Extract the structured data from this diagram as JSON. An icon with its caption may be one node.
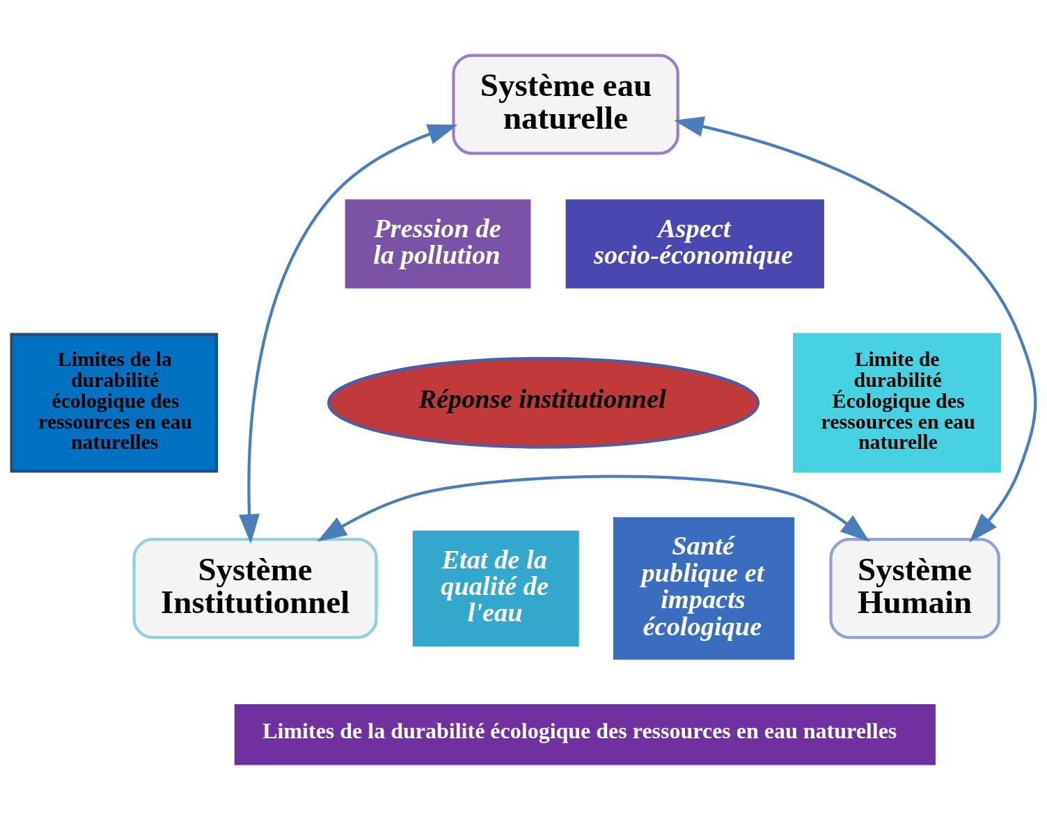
{
  "diagram": {
    "nodes": [
      {
        "text": [
          "Système eau naturelle"
        ]
      },
      {
        "text": [
          "Limites de la durabilité écologique des ressources en eau naturelles"
        ]
      },
      {
        "text": [
          "Limite de durabilité Écologique des ressources en eau naturelle"
        ]
      },
      {
        "text": [
          "Pression de la pollution"
        ]
      },
      {
        "text": [
          "Aspect socio-économique"
        ]
      },
      {
        "text": [
          "Réponse institutionnel"
        ]
      },
      {
        "text": [
          "Etat de la qualité de l'eau"
        ]
      },
      {
        "text": [
          "Santé publique et impacts écologique"
        ]
      },
      {
        "text": [
          "Système Institutionnel"
        ]
      },
      {
        "text": [
          "Système Humain"
        ]
      },
      {
        "text": [
          "Limites de la durabilité écologique des ressources en eau naturelles"
        ]
      }
    ],
    "edges": [
      {
        "from": 0,
        "to": 8,
        "arrow": "both"
      },
      {
        "from": 0,
        "to": 9,
        "arrow": "both"
      },
      {
        "from": 8,
        "to": 9,
        "arrow": "both"
      }
    ]
  }
}
